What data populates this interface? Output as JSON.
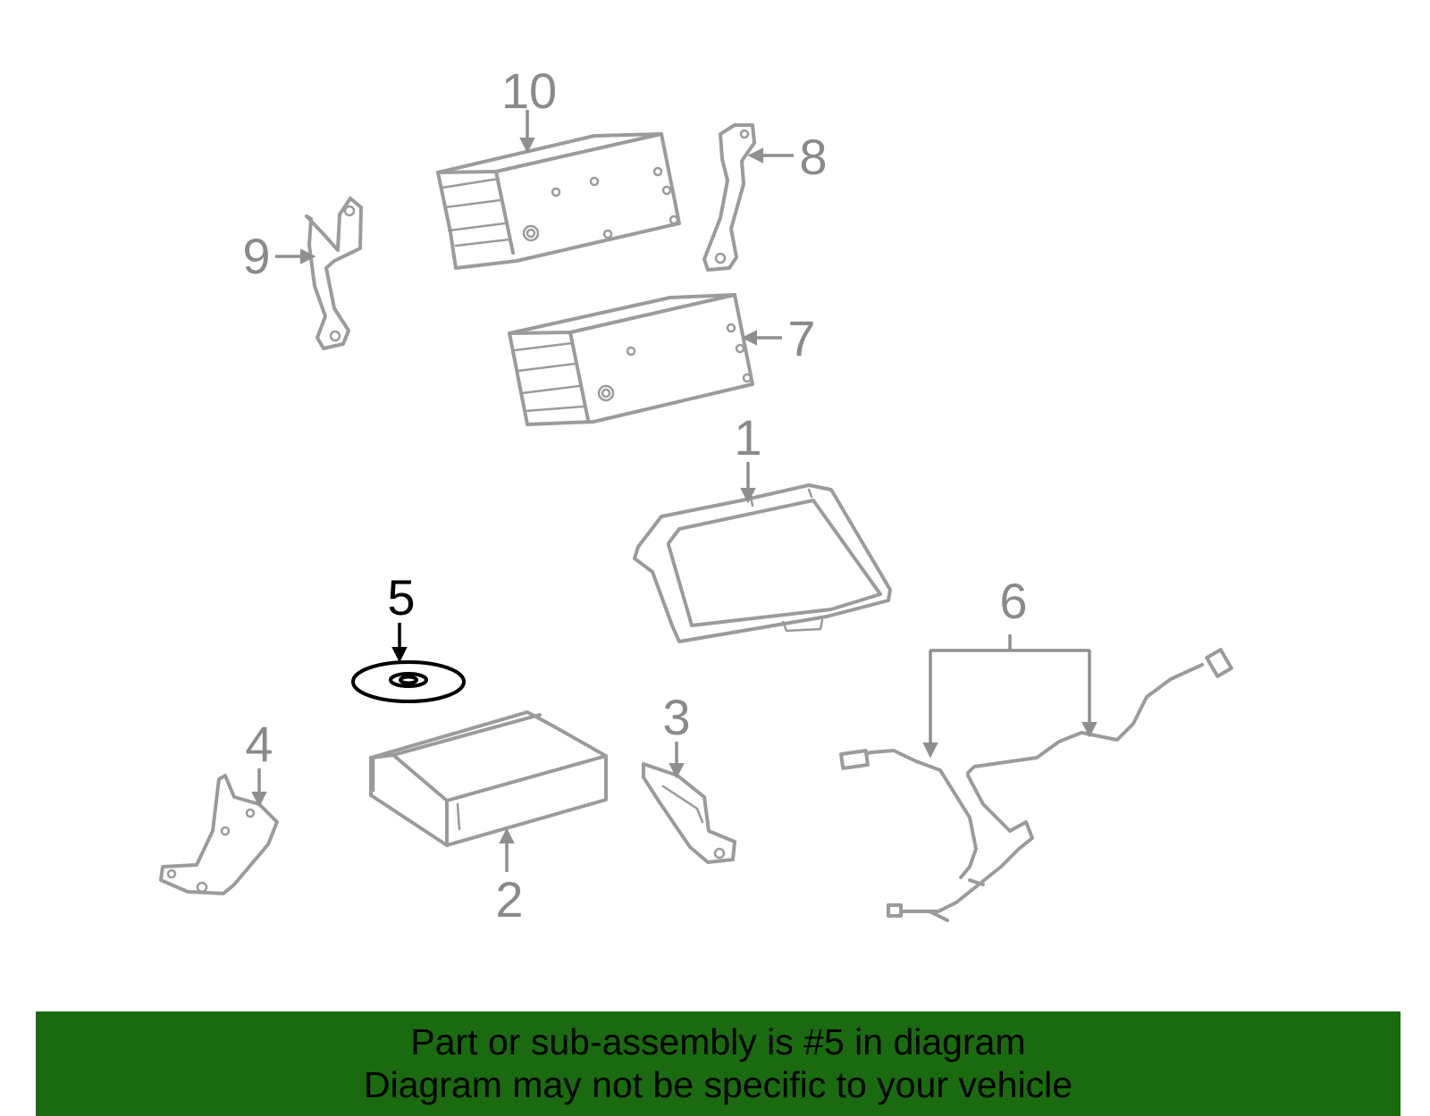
{
  "callouts": {
    "c1": "1",
    "c2": "2",
    "c3": "3",
    "c4": "4",
    "c5": "5",
    "c6": "6",
    "c7": "7",
    "c8": "8",
    "c9": "9",
    "c10": "10"
  },
  "highlighted_part": "5",
  "colors": {
    "part_stroke": "#9b9b9b",
    "highlight": "#000000",
    "banner_bg": "#1a6b0f",
    "banner_text": "#000000"
  },
  "banner": {
    "line1": "Part or sub-assembly is #5 in diagram",
    "line2": "Diagram may not be specific to your vehicle"
  }
}
